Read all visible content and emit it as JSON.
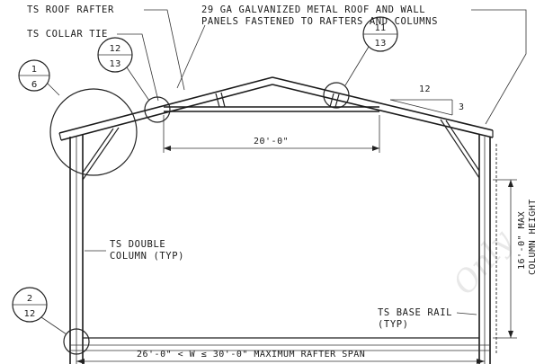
{
  "labels": {
    "roof_rafter": "TS ROOF RAFTER",
    "panels_line1": "29 GA GALVANIZED METAL ROOF AND WALL",
    "panels_line2": "PANELS FASTENED TO RAFTERS AND COLUMNS",
    "collar_tie": "TS COLLAR TIE",
    "double_column_line1": "TS DOUBLE",
    "double_column_line2": "COLUMN (TYP)",
    "base_rail_line1": "TS BASE RAIL",
    "base_rail_line2": "(TYP)"
  },
  "dimensions": {
    "collar_tie_length": "20'-0\"",
    "column_height_line1": "16'-0\" MAX",
    "column_height_line2": "COLUMN HEIGHT",
    "rafter_span": "26'-0\" < W ≤ 30'-0\" MAXIMUM RAFTER SPAN",
    "pitch_rise": "3",
    "pitch_run": "12"
  },
  "detail_callouts": [
    {
      "top": "1",
      "bottom": "6"
    },
    {
      "top": "12",
      "bottom": "13"
    },
    {
      "top": "11",
      "bottom": "13"
    },
    {
      "top": "2",
      "bottom": "12"
    }
  ],
  "watermark": "Only"
}
